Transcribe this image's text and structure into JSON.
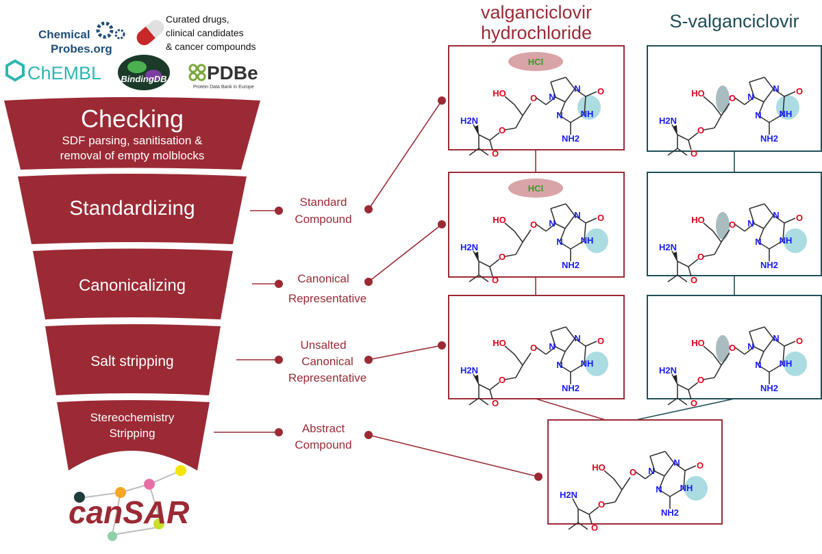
{
  "sources": {
    "chemical_probes": {
      "line1": "Chemical",
      "line2": "Probes.org"
    },
    "curated_note": [
      "Curated drugs,",
      "clinical candidates",
      "& cancer compounds"
    ],
    "chembl": "ChEMBL",
    "bindingdb": "BindingDB",
    "pdbe": {
      "name": "PDBe",
      "subtitle": "Protein Data Bank in Europe"
    }
  },
  "funnel": [
    {
      "title": "Checking",
      "subtitle": [
        "SDF parsing, sanitisation &",
        "removal of empty molblocks"
      ]
    },
    {
      "title": "Standardizing"
    },
    {
      "title": "Canonicalizing"
    },
    {
      "title": "Salt stripping"
    },
    {
      "title": [
        "Stereochemistry",
        "Stripping"
      ]
    }
  ],
  "outputs": [
    {
      "label": [
        "Standard",
        "Compound"
      ]
    },
    {
      "label": [
        "Canonical",
        "Representative"
      ]
    },
    {
      "label": [
        "Unsalted",
        "Canonical",
        "Representative"
      ]
    },
    {
      "label": [
        "Abstract",
        "Compound"
      ]
    }
  ],
  "columns": {
    "left": {
      "title": [
        "valganciclovir",
        "hydrochloride"
      ]
    },
    "right": {
      "title": "S-valganciclovir"
    }
  },
  "molecule": {
    "salt": "HCl",
    "ho": "HO",
    "h2n": "H2N",
    "n": "N",
    "nh": "NH",
    "o": "O",
    "nh2": "NH2"
  },
  "brand": "canSAR",
  "colors": {
    "maroon": "#9b2a35",
    "teal": "#1f4e57",
    "blue": "#1a1aff",
    "red": "#e0001a",
    "highlight": "#8fd0d8"
  }
}
